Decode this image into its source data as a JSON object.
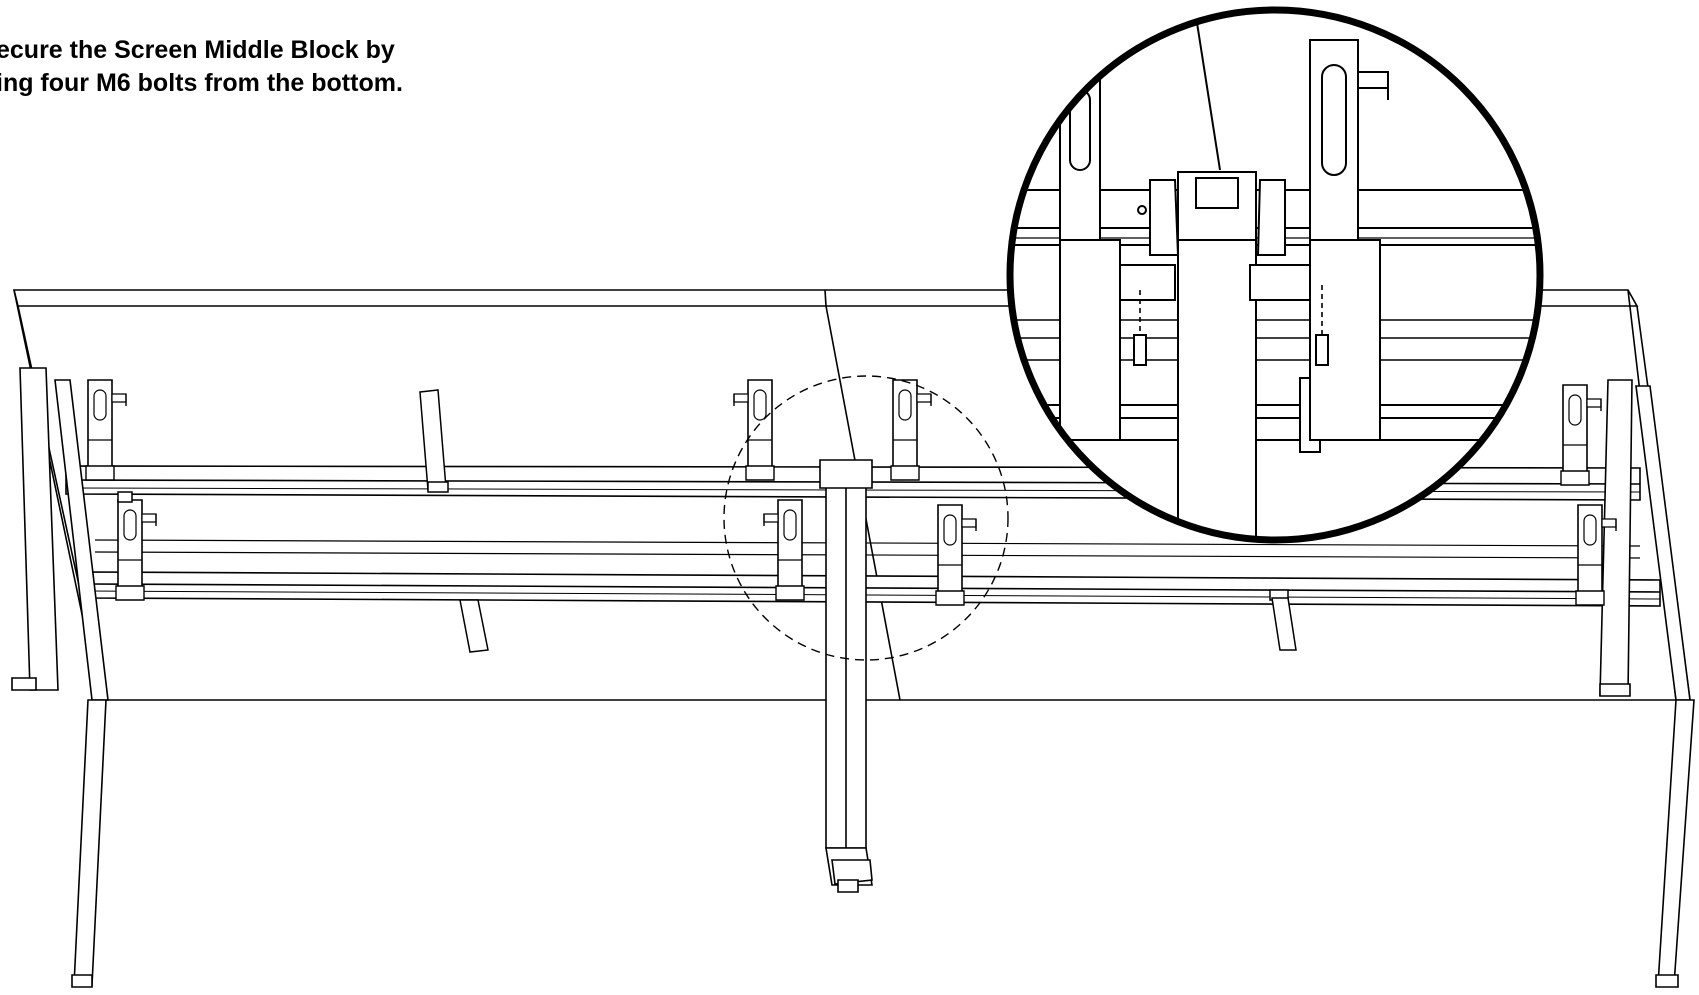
{
  "instruction": {
    "line1": "ecure the Screen Middle Block by",
    "line2": "ing four M6 bolts from the bottom."
  },
  "colors": {
    "ink": "#000000",
    "paper": "#ffffff"
  },
  "callout": {
    "style": "dashed-circle",
    "magnified": "solid-circle-inset"
  }
}
